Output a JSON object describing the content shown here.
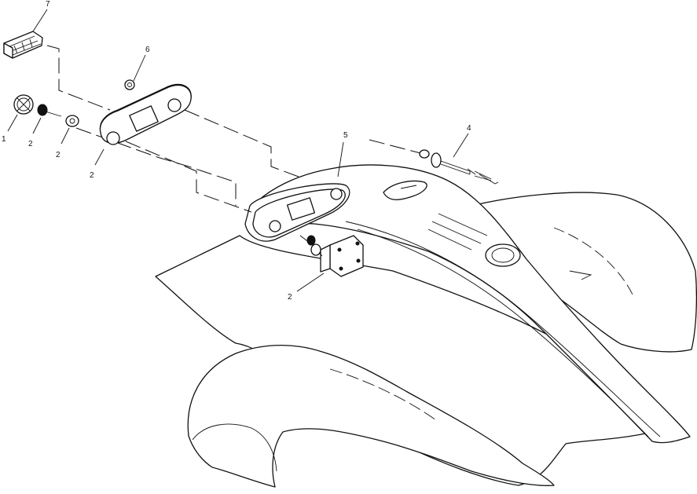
{
  "callouts": {
    "c1": "1",
    "c2a": "2",
    "c2b": "2",
    "c2c": "2",
    "c2d": "2",
    "c4": "4",
    "c5": "5",
    "c6": "6",
    "c7": "7"
  },
  "colors": {
    "line": "#111111",
    "background": "#ffffff"
  }
}
